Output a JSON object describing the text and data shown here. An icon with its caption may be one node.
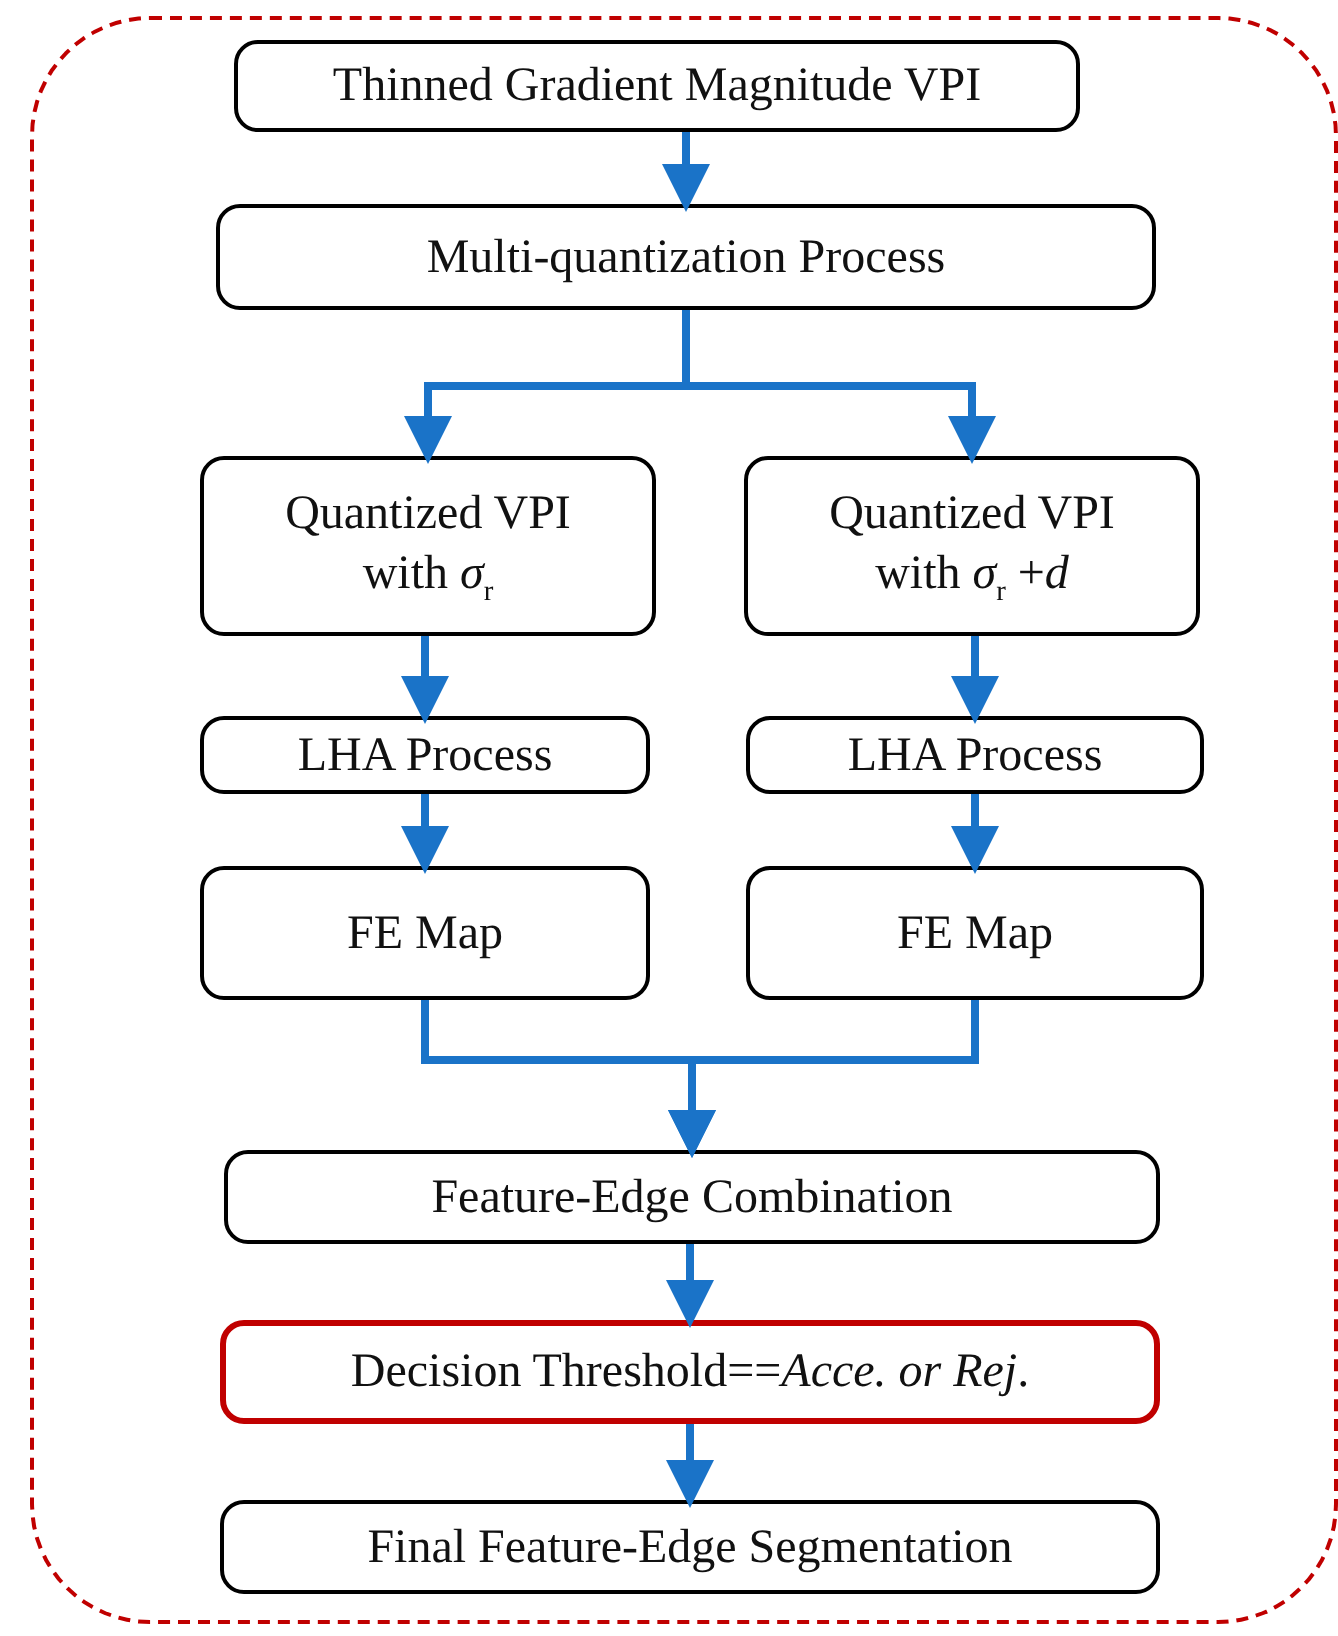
{
  "diagram": {
    "nodes": [
      {
        "text": [],
        "shape": "box"
      },
      {
        "text": [
          "Thinned Gradient Magnitude VPI"
        ],
        "in": 0
      },
      {
        "text": [
          "Multi-quantization Process"
        ],
        "in": 0
      },
      {
        "text": [
          "Quantized VPI with *σ*$_{r}$"
        ],
        "in": 0
      },
      {
        "text": [
          "Quantized VPI with *σ*$_{r}$ +*d*"
        ],
        "in": 0
      },
      {
        "text": [
          "LHA Process"
        ],
        "in": 0
      },
      {
        "text": [
          "LHA Process"
        ],
        "in": 0
      },
      {
        "text": [
          "FE Map"
        ],
        "in": 0
      },
      {
        "text": [
          "FE Map"
        ],
        "in": 0
      },
      {
        "text": [
          "Feature-Edge Combination"
        ],
        "in": 0
      },
      {
        "text": [
          "Decision Threshold==*Acce. or Rej*."
        ],
        "in": 0
      },
      {
        "text": [
          "Final Feature-Edge Segmentation"
        ],
        "in": 0
      }
    ],
    "edges": [
      {
        "from": 1,
        "to": 2,
        "arrow": "to"
      },
      {
        "from": 2,
        "to": 3,
        "arrow": "to"
      },
      {
        "from": 2,
        "to": 4,
        "arrow": "to"
      },
      {
        "from": 3,
        "to": 5,
        "arrow": "to"
      },
      {
        "from": 4,
        "to": 6,
        "arrow": "to"
      },
      {
        "from": 5,
        "to": 7,
        "arrow": "to"
      },
      {
        "from": 6,
        "to": 8,
        "arrow": "to"
      },
      {
        "from": 7,
        "to": 9,
        "arrow": "to"
      },
      {
        "from": 8,
        "to": 9,
        "arrow": "to"
      },
      {
        "from": 9,
        "to": 10,
        "arrow": "to"
      },
      {
        "from": 10,
        "to": 11,
        "arrow": "to"
      }
    ]
  }
}
